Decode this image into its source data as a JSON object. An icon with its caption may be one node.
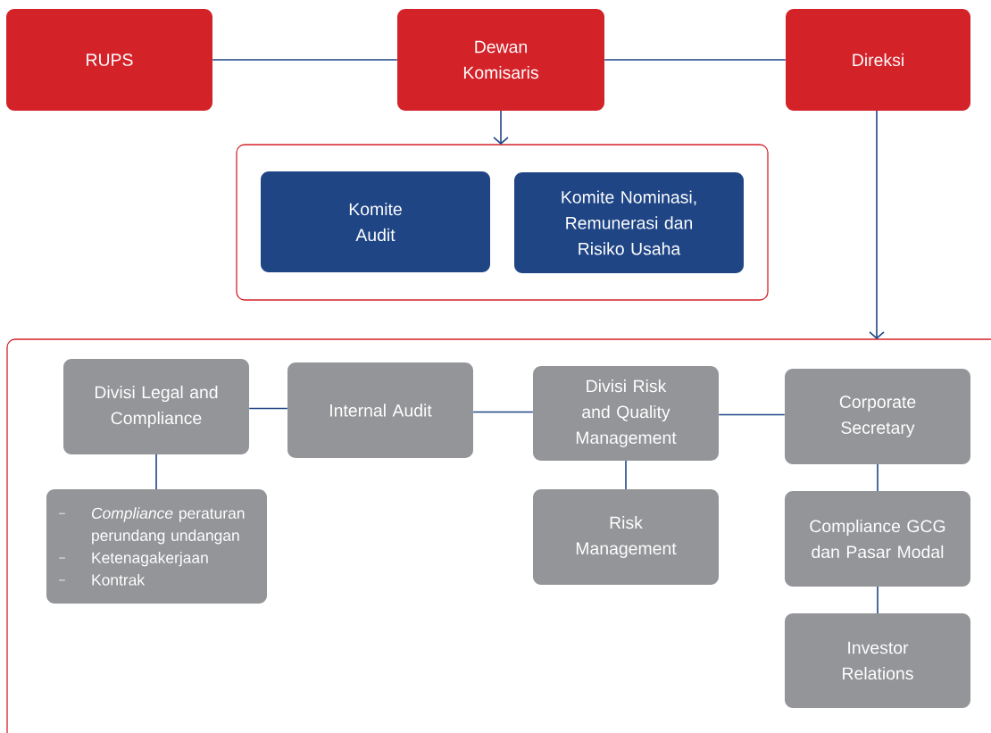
{
  "diagram": {
    "nodes": [
      {
        "text": [
          "RUPS"
        ]
      },
      {
        "text": [
          "Dewan Komisaris"
        ]
      },
      {
        "text": [
          "Direksi"
        ]
      },
      {
        "text": [],
        "shape": "box"
      },
      {
        "text": [
          "Komite Audit"
        ],
        "in": 3
      },
      {
        "text": [
          "Komite Nominasi, Remunerasi dan Risiko Usaha"
        ],
        "in": 3
      },
      {
        "text": [],
        "shape": "box"
      },
      {
        "text": [
          "Divisi Legal and Compliance"
        ],
        "in": 6
      },
      {
        "text": [
          "*Compliance* peraturan perundang undangan",
          "Ketenagakerjaan",
          "Kontrak"
        ],
        "in": 6
      },
      {
        "text": [
          "Internal Audit"
        ],
        "in": 6
      },
      {
        "text": [
          "Divisi Risk and Quality Management"
        ],
        "in": 6
      },
      {
        "text": [
          "Risk Management"
        ],
        "in": 6
      },
      {
        "text": [
          "Corporate Secretary"
        ],
        "in": 6
      },
      {
        "text": [
          "Compliance GCG dan Pasar Modal"
        ],
        "in": 6
      },
      {
        "text": [
          "Investor Relations"
        ],
        "in": 6
      }
    ],
    "edges": [
      {
        "from": 0,
        "to": 1,
        "arrow": "none"
      },
      {
        "from": 1,
        "to": 2,
        "arrow": "none"
      },
      {
        "from": 1,
        "to": 3,
        "arrow": "to"
      },
      {
        "from": 2,
        "to": 6,
        "arrow": "to"
      },
      {
        "from": 7,
        "to": 9,
        "arrow": "none"
      },
      {
        "from": 9,
        "to": 10,
        "arrow": "none"
      },
      {
        "from": 10,
        "to": 12,
        "arrow": "none"
      },
      {
        "from": 7,
        "to": 8,
        "arrow": "none"
      },
      {
        "from": 10,
        "to": 11,
        "arrow": "none"
      },
      {
        "from": 12,
        "to": 13,
        "arrow": "none"
      },
      {
        "from": 13,
        "to": 14,
        "arrow": "none"
      }
    ]
  }
}
